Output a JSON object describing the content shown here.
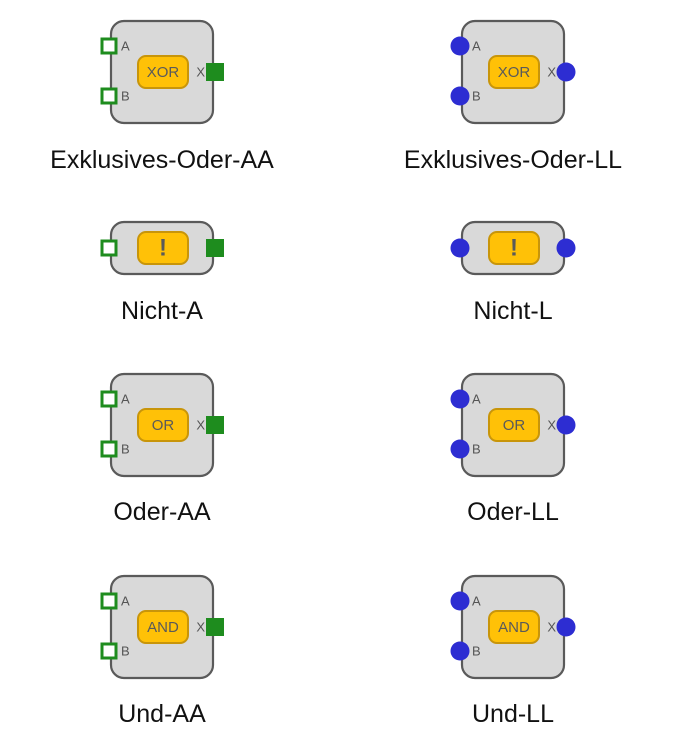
{
  "colors": {
    "block_fill": "#d9d9d9",
    "block_stroke": "#5a5a5a",
    "op_fill": "#ffc107",
    "op_stroke": "#c8950a",
    "op_text": "#5a5a5a",
    "port_green": "#1e8c1e",
    "port_blue": "#2d2dd2",
    "pin_text": "#555555",
    "caption_text": "#111111"
  },
  "blocks": [
    {
      "label": "Exklusives-Oder-AA",
      "op": "XOR",
      "port_style": "square",
      "inputs": [
        "A",
        "B"
      ],
      "output": "X"
    },
    {
      "label": "Exklusives-Oder-LL",
      "op": "XOR",
      "port_style": "circle",
      "inputs": [
        "A",
        "B"
      ],
      "output": "X"
    },
    {
      "label": "Nicht-A",
      "op": "!",
      "port_style": "square",
      "inputs": [],
      "output": ""
    },
    {
      "label": "Nicht-L",
      "op": "!",
      "port_style": "circle",
      "inputs": [],
      "output": ""
    },
    {
      "label": "Oder-AA",
      "op": "OR",
      "port_style": "square",
      "inputs": [
        "A",
        "B"
      ],
      "output": "X"
    },
    {
      "label": "Oder-LL",
      "op": "OR",
      "port_style": "circle",
      "inputs": [
        "A",
        "B"
      ],
      "output": "X"
    },
    {
      "label": "Und-AA",
      "op": "AND",
      "port_style": "square",
      "inputs": [
        "A",
        "B"
      ],
      "output": "X"
    },
    {
      "label": "Und-LL",
      "op": "AND",
      "port_style": "circle",
      "inputs": [
        "A",
        "B"
      ],
      "output": "X"
    }
  ]
}
